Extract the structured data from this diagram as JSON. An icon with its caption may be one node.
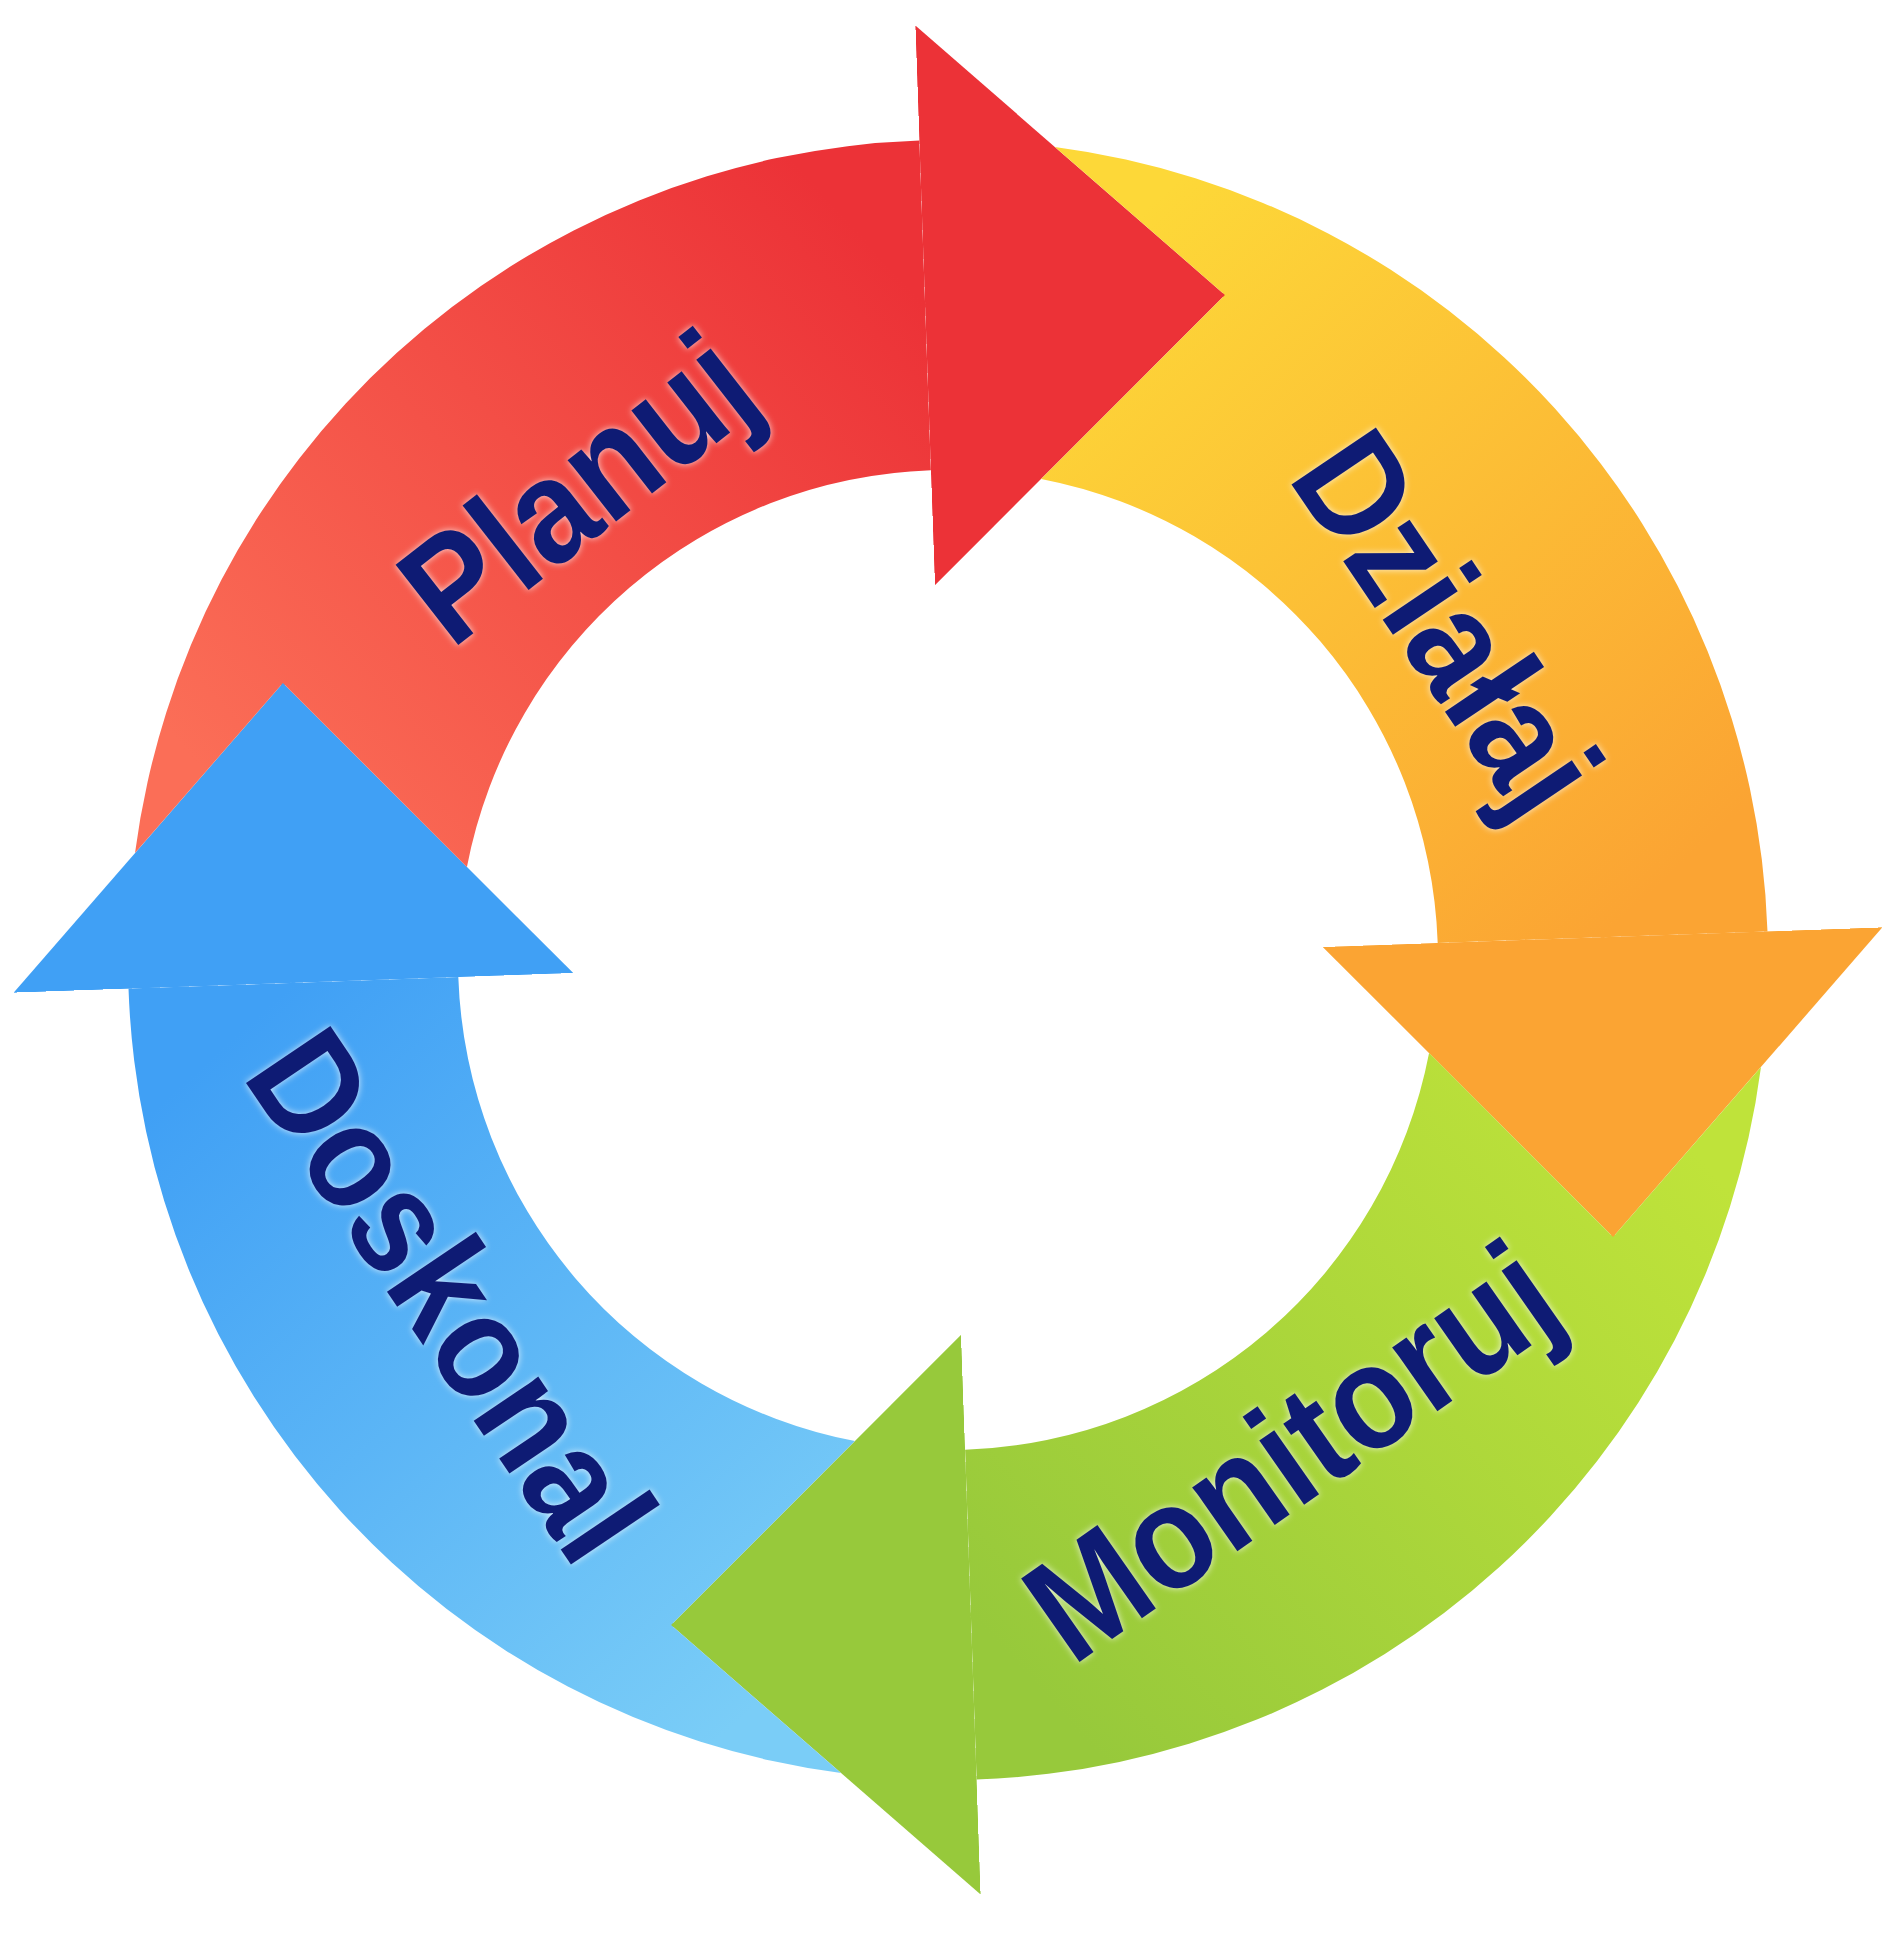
{
  "diagram": {
    "nodes": [
      {
        "text": [
          "Planuj"
        ]
      },
      {
        "text": [
          "Działaj"
        ]
      },
      {
        "text": [
          "Monitoruj"
        ]
      },
      {
        "text": [
          "Doskonal"
        ]
      }
    ],
    "edges": [
      {
        "from": 0,
        "to": 1,
        "arrow": "to",
        "color": "#ec3237"
      },
      {
        "from": 1,
        "to": 2,
        "arrow": "to",
        "color": "#fba433"
      },
      {
        "from": 2,
        "to": 3,
        "arrow": "to",
        "color": "#97c93b"
      },
      {
        "from": 3,
        "to": 0,
        "arrow": "to",
        "color": "#40a0f5"
      }
    ]
  }
}
